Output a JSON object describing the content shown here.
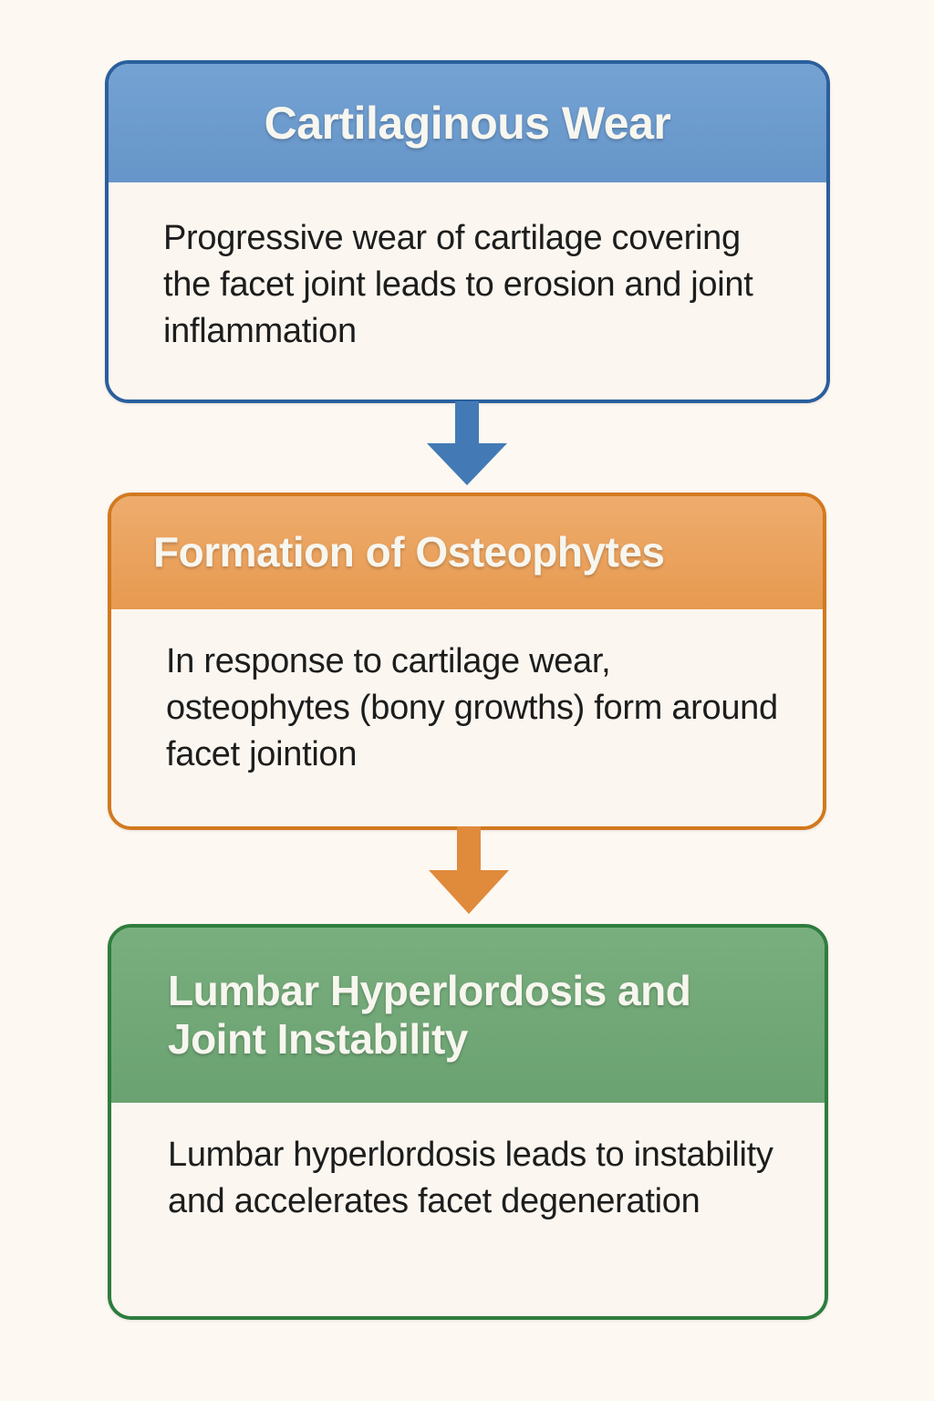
{
  "page": {
    "background_color": "#fdf8f2",
    "type": "vertical-flowchart",
    "title_hidden": ""
  },
  "flow": {
    "nodes": [
      {
        "id": "cartilaginous-wear",
        "order": 1,
        "title": "Cartilaginous Wear",
        "body": "Progressive wear of cartilage covering the facet joint leads to erosion and joint inflammation",
        "header_color": "#6a9bd0",
        "border_color": "#2b5f9e",
        "body_color": "#fbf7f0",
        "title_align": "center"
      },
      {
        "id": "formation-of-osteophytes",
        "order": 2,
        "title": "Formation of Osteophytes",
        "body": "In response to cartilage wear, osteophytes (bony growths) form around facet jointion",
        "header_color": "#e8a15c",
        "border_color": "#d2791f",
        "body_color": "#fbf7f0",
        "title_align": "left"
      },
      {
        "id": "lumbar-hyperlordosis",
        "order": 3,
        "title": "Lumbar Hyperlordosis and Joint Instability",
        "body": "Lumbar hyperlordosis leads to instability and accelerates facet degeneration",
        "header_color": "#6fa775",
        "border_color": "#2e7d3e",
        "body_color": "#fbf7f0",
        "title_align": "left"
      }
    ],
    "connectors": [
      {
        "id": "arrow-1",
        "icon": "arrow-down-icon",
        "from": "cartilaginous-wear",
        "to": "formation-of-osteophytes",
        "color": "#437ab5",
        "direction": "down"
      },
      {
        "id": "arrow-2",
        "icon": "arrow-down-icon",
        "from": "formation-of-osteophytes",
        "to": "lumbar-hyperlordosis",
        "color": "#e08a3c",
        "direction": "down"
      }
    ]
  }
}
